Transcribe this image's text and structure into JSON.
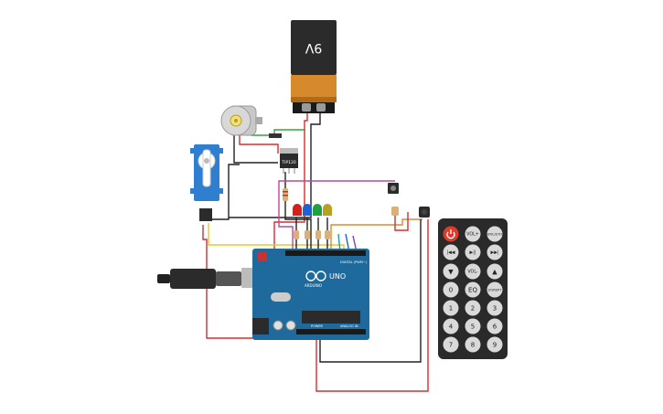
{
  "battery": {
    "voltage_label": "9V"
  },
  "transistor": {
    "part_label": "TIP120"
  },
  "arduino": {
    "brand_label": "ARDUINO",
    "model_label": "UNO",
    "digital_header_label": "DIGITAL (PWM~)",
    "power_header_label": "POWER",
    "analog_header_label": "ANALOG IN"
  },
  "remote": {
    "buttons_top": [
      {
        "label": "",
        "name": "power-button"
      },
      {
        "label": "VOL+",
        "name": "vol-up-button"
      },
      {
        "label": "FUNC/STOP",
        "name": "func-stop-button"
      }
    ],
    "buttons_media": [
      {
        "label": "|◀◀",
        "name": "prev-button"
      },
      {
        "label": "▶||",
        "name": "play-pause-button"
      },
      {
        "label": "▶▶|",
        "name": "next-button"
      }
    ],
    "buttons_mid": [
      {
        "label": "▼",
        "name": "down-button"
      },
      {
        "label": "VOL-",
        "name": "vol-down-button"
      },
      {
        "label": "▲",
        "name": "up-button"
      }
    ],
    "buttons_row4": [
      {
        "label": "0",
        "name": "digit-0-button"
      },
      {
        "label": "EQ",
        "name": "eq-button"
      },
      {
        "label": "ST/REPT",
        "name": "st-rept-button"
      }
    ],
    "digits": [
      "1",
      "2",
      "3",
      "4",
      "5",
      "6",
      "7",
      "8",
      "9"
    ]
  },
  "colors": {
    "battery_body": "#2b2b2b",
    "battery_band": "#d68a2c",
    "arduino_board": "#1e6a9c",
    "servo_body": "#2f7fd0",
    "remote_body": "#2a2a2a",
    "remote_button": "#d9d9d9",
    "remote_power": "#e03a2a",
    "wire_red": "#d03030",
    "wire_black": "#222222",
    "wire_green": "#3aa040",
    "wire_yellow": "#e8c530",
    "wire_orange": "#e08a2a",
    "wire_magenta": "#c0479a",
    "led_red": "#d02020",
    "led_blue": "#2060d0",
    "led_green": "#20a040",
    "led_yellow": "#b8a020"
  }
}
